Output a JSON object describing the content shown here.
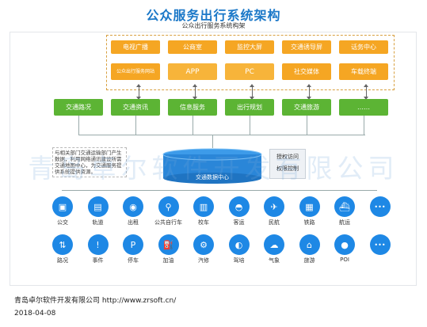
{
  "title": "公众服务出行系统架构",
  "subtitle": "公众出行服务系统构架",
  "top_row": [
    "电视广播",
    "公商室",
    "监控大屏",
    "交通诱导屏",
    "话务中心"
  ],
  "second_row_small": "公众出行服务网站",
  "second_row": [
    "APP",
    "PC",
    "社交媒体",
    "车载终端"
  ],
  "service_row": [
    "交通路况",
    "交通资讯",
    "信息服务",
    "出行规划",
    "交通旅游",
    "……"
  ],
  "note_text": "与相关部门交通运输部门产生数据，利用网络通讯建设所需交通地图中心，为交通服务提供系统提供资源。",
  "center_label": "交通数据中心",
  "auth_labels": [
    "授权访问",
    "权限控制"
  ],
  "watermark": "青岛卓尔软件开发有限公司",
  "services_row1": [
    {
      "icon": "bus-icon",
      "glyph": "▣",
      "label": "公交"
    },
    {
      "icon": "rail-icon",
      "glyph": "▤",
      "label": "轨道"
    },
    {
      "icon": "taxi-icon",
      "glyph": "◉",
      "label": "出租"
    },
    {
      "icon": "bike-icon",
      "glyph": "⚲",
      "label": "公共自行车"
    },
    {
      "icon": "coach-icon",
      "glyph": "▥",
      "label": "校车"
    },
    {
      "icon": "ferry-icon",
      "glyph": "◓",
      "label": "客运"
    },
    {
      "icon": "plane-icon",
      "glyph": "✈",
      "label": "民航"
    },
    {
      "icon": "train-icon",
      "glyph": "▦",
      "label": "铁路"
    },
    {
      "icon": "ship-icon",
      "glyph": "⛴",
      "label": "航运"
    },
    {
      "icon": "more-icon",
      "glyph": "•••",
      "label": ""
    }
  ],
  "services_row2": [
    {
      "icon": "road-icon",
      "glyph": "⇅",
      "label": "路况"
    },
    {
      "icon": "alert-icon",
      "glyph": "!",
      "label": "事件"
    },
    {
      "icon": "parking-icon",
      "glyph": "P",
      "label": "停车"
    },
    {
      "icon": "fuel-icon",
      "glyph": "⛽",
      "label": "加油"
    },
    {
      "icon": "repair-icon",
      "glyph": "⚙",
      "label": "汽修"
    },
    {
      "icon": "driving-icon",
      "glyph": "◐",
      "label": "驾培"
    },
    {
      "icon": "weather-icon",
      "glyph": "☁",
      "label": "气象"
    },
    {
      "icon": "travel-icon",
      "glyph": "⌂",
      "label": "旅游"
    },
    {
      "icon": "poi-icon",
      "glyph": "●",
      "label": "POI"
    },
    {
      "icon": "more-icon",
      "glyph": "•••",
      "label": ""
    }
  ],
  "footer_company": "青岛卓尔软件开发有限公司  http://www.zrsoft.cn/",
  "footer_date": "2018-04-08"
}
